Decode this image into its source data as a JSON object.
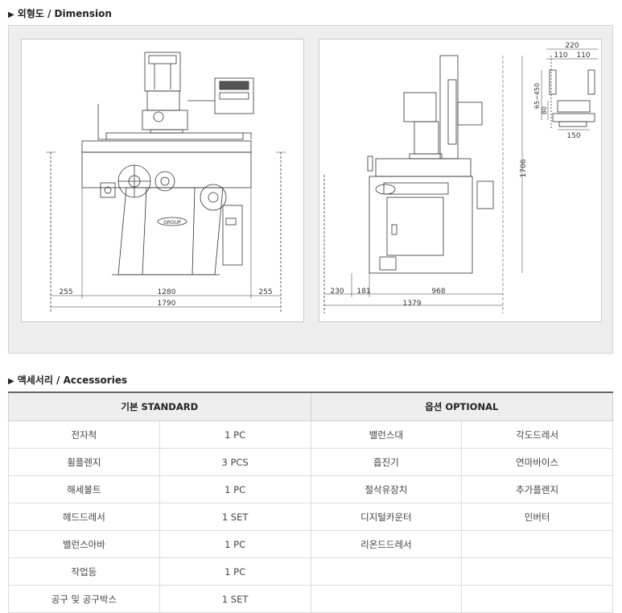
{
  "dimension_section": {
    "title": "외형도 / Dimension",
    "arrow": "▶",
    "front": {
      "logo": "GROUP",
      "dims": {
        "left": "255",
        "center": "1280",
        "right": "255",
        "total": "1790"
      }
    },
    "side": {
      "dims": {
        "a": "230",
        "b": "181",
        "c": "968",
        "total": "1379",
        "height": "1706"
      },
      "detail": {
        "top": "220",
        "top_left": "110",
        "top_right": "110",
        "range": "65~450",
        "min": "80",
        "bottom": "150"
      }
    }
  },
  "accessories_section": {
    "title": "액세서리 / Accessories",
    "arrow": "▶",
    "headers": {
      "standard": "기본 STANDARD",
      "optional": "옵션 OPTIONAL"
    },
    "standard_rows": [
      {
        "name": "전자척",
        "qty": "1 PC"
      },
      {
        "name": "휠플렌지",
        "qty": "3 PCS"
      },
      {
        "name": "해세볼트",
        "qty": "1 PC"
      },
      {
        "name": "헤드드레서",
        "qty": "1 SET"
      },
      {
        "name": "밸런스아바",
        "qty": "1 PC"
      },
      {
        "name": "작업등",
        "qty": "1 PC"
      },
      {
        "name": "공구 및 공구박스",
        "qty": "1 SET"
      }
    ],
    "optional_rows": [
      {
        "col1": "밸런스대",
        "col2": "각도드레서"
      },
      {
        "col1": "흡진기",
        "col2": "연마바이스"
      },
      {
        "col1": "절삭유장치",
        "col2": "추가플렌지"
      },
      {
        "col1": "디지털카운터",
        "col2": "인버터"
      },
      {
        "col1": "리온드드레서",
        "col2": ""
      },
      {
        "col1": "",
        "col2": ""
      },
      {
        "col1": "",
        "col2": ""
      }
    ]
  }
}
